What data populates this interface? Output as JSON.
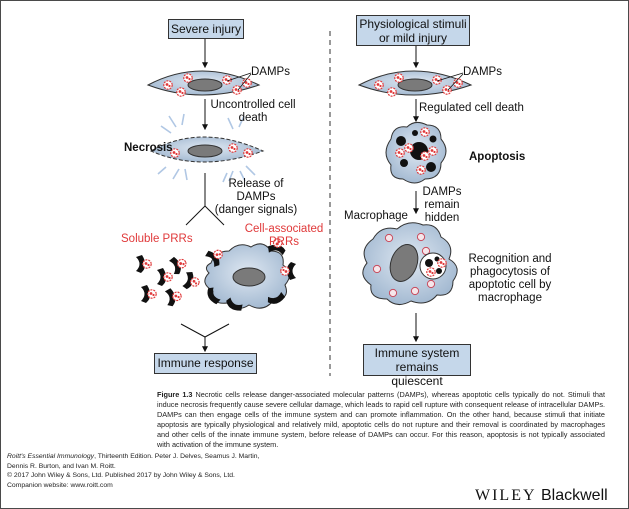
{
  "left": {
    "box_top": "Severe injury",
    "damps": "DAMPs",
    "uncontrolled": "Uncontrolled cell\ndeath",
    "necrosis": "Necrosis",
    "release": "Release of DAMPs\n(danger signals)",
    "soluble_prrs": "Soluble PRRs",
    "cell_prrs": "Cell-associated\nPRRs",
    "box_bottom": "Immune response"
  },
  "right": {
    "box_top": "Physiological stimuli\nor mild injury",
    "damps": "DAMPs",
    "regulated": "Regulated cell death",
    "apoptosis": "Apoptosis",
    "damps_hidden": "DAMPs\nremain\nhidden",
    "macrophage": "Macrophage",
    "recognition": "Recognition and\nphagocytosis of\napoptotic cell by\nmacrophage",
    "box_bottom": "Immune system remains\nquiescent"
  },
  "caption": {
    "figure_label": "Figure 1.3",
    "text": "Necrotic cells release danger-associated molecular patterns (DAMPs), whereas apoptotic cells typically do not. Stimuli that induce necrosis frequently cause severe cellular damage, which leads to rapid cell rupture with consequent release of intracellular DAMPs. DAMPs can then engage cells of the immune system and can promote inflammation. On the other hand, because stimuli that initiate apoptosis are typically physiological and relatively mild, apoptotic cells do not rupture and their removal is coordinated by macrophages and other cells of the innate immune system, before release of DAMPs can occur. For this reason, apoptosis is not typically associated with activation of the immune system."
  },
  "citation": {
    "book_title": "Roitt's Essential Immunology",
    "line1_rest": ", Thirteenth Edition. Peter J. Delves, Seamus J. Martin,",
    "line2": "Dennis R. Burton, and Ivan M. Roitt.",
    "line3": "© 2017 John Wiley & Sons, Ltd. Published 2017 by John Wiley & Sons, Ltd.",
    "line4": "Companion website: www.roitt.com"
  },
  "logo": {
    "wiley": "WILEY",
    "blackwell": "Blackwell"
  },
  "colors": {
    "box_fill": "#c5d7ea",
    "cell_fill": "#b8c9dc",
    "damp_red": "#e0393a",
    "prr_red": "#e0393a"
  }
}
